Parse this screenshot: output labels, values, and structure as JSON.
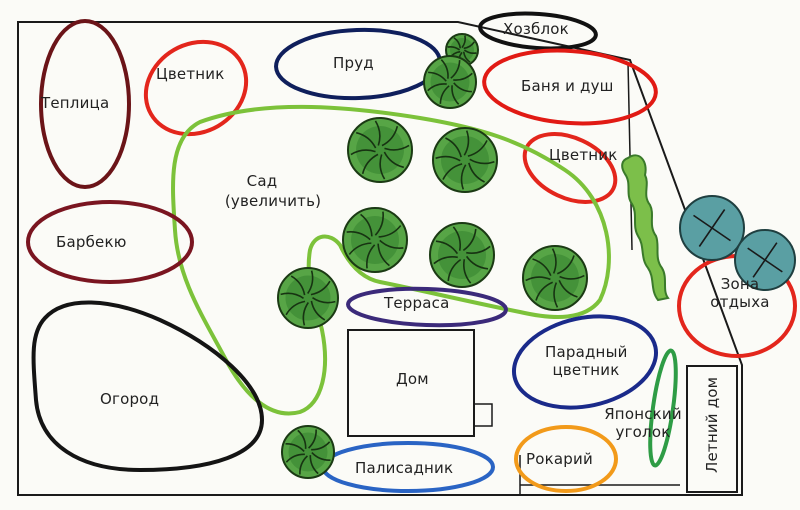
{
  "zones": {
    "teplitsa": "Теплица",
    "tsvetnik_top": "Цветник",
    "prud": "Пруд",
    "hozblok": "Хозблок",
    "banya": "Баня и душ",
    "tsvetnik_right": "Цветник",
    "sad_line1": "Сад",
    "sad_line2": "(увеличить)",
    "barbekyu": "Барбекю",
    "zona_line1": "Зона",
    "zona_line2": "отдыха",
    "terrasa": "Терраса",
    "dom": "Дом",
    "paradny_line1": "Парадный",
    "paradny_line2": "цветник",
    "ogorod": "Огород",
    "yaponsky_line1": "Японский",
    "yaponsky_line2": "уголок",
    "letny_dom": "Летний дом",
    "rokary": "Рокарий",
    "palisadnik": "Палисадник"
  },
  "colors": {
    "outline_line": "#1a1a1a",
    "teplitsa": "#6b1418",
    "tsvetnik_red": "#e3261c",
    "prud": "#0f1f5c",
    "hozblok": "#111111",
    "banya": "#e11a14",
    "sad_green": "#7cc23a",
    "barbekyu": "#7a1520",
    "zona_red": "#e3261c",
    "terrasa": "#3b2a7a",
    "paradny": "#1a2a8a",
    "ogorod": "#141414",
    "yaponsky": "#2e9c45",
    "rokary": "#f29a1a",
    "palisadnik": "#2a64c4",
    "tree_dark": "#2f7d2a",
    "tree_light": "#57a546",
    "shrub_green": "#7cbf4a",
    "blue_tree": "#5a9fa3"
  }
}
